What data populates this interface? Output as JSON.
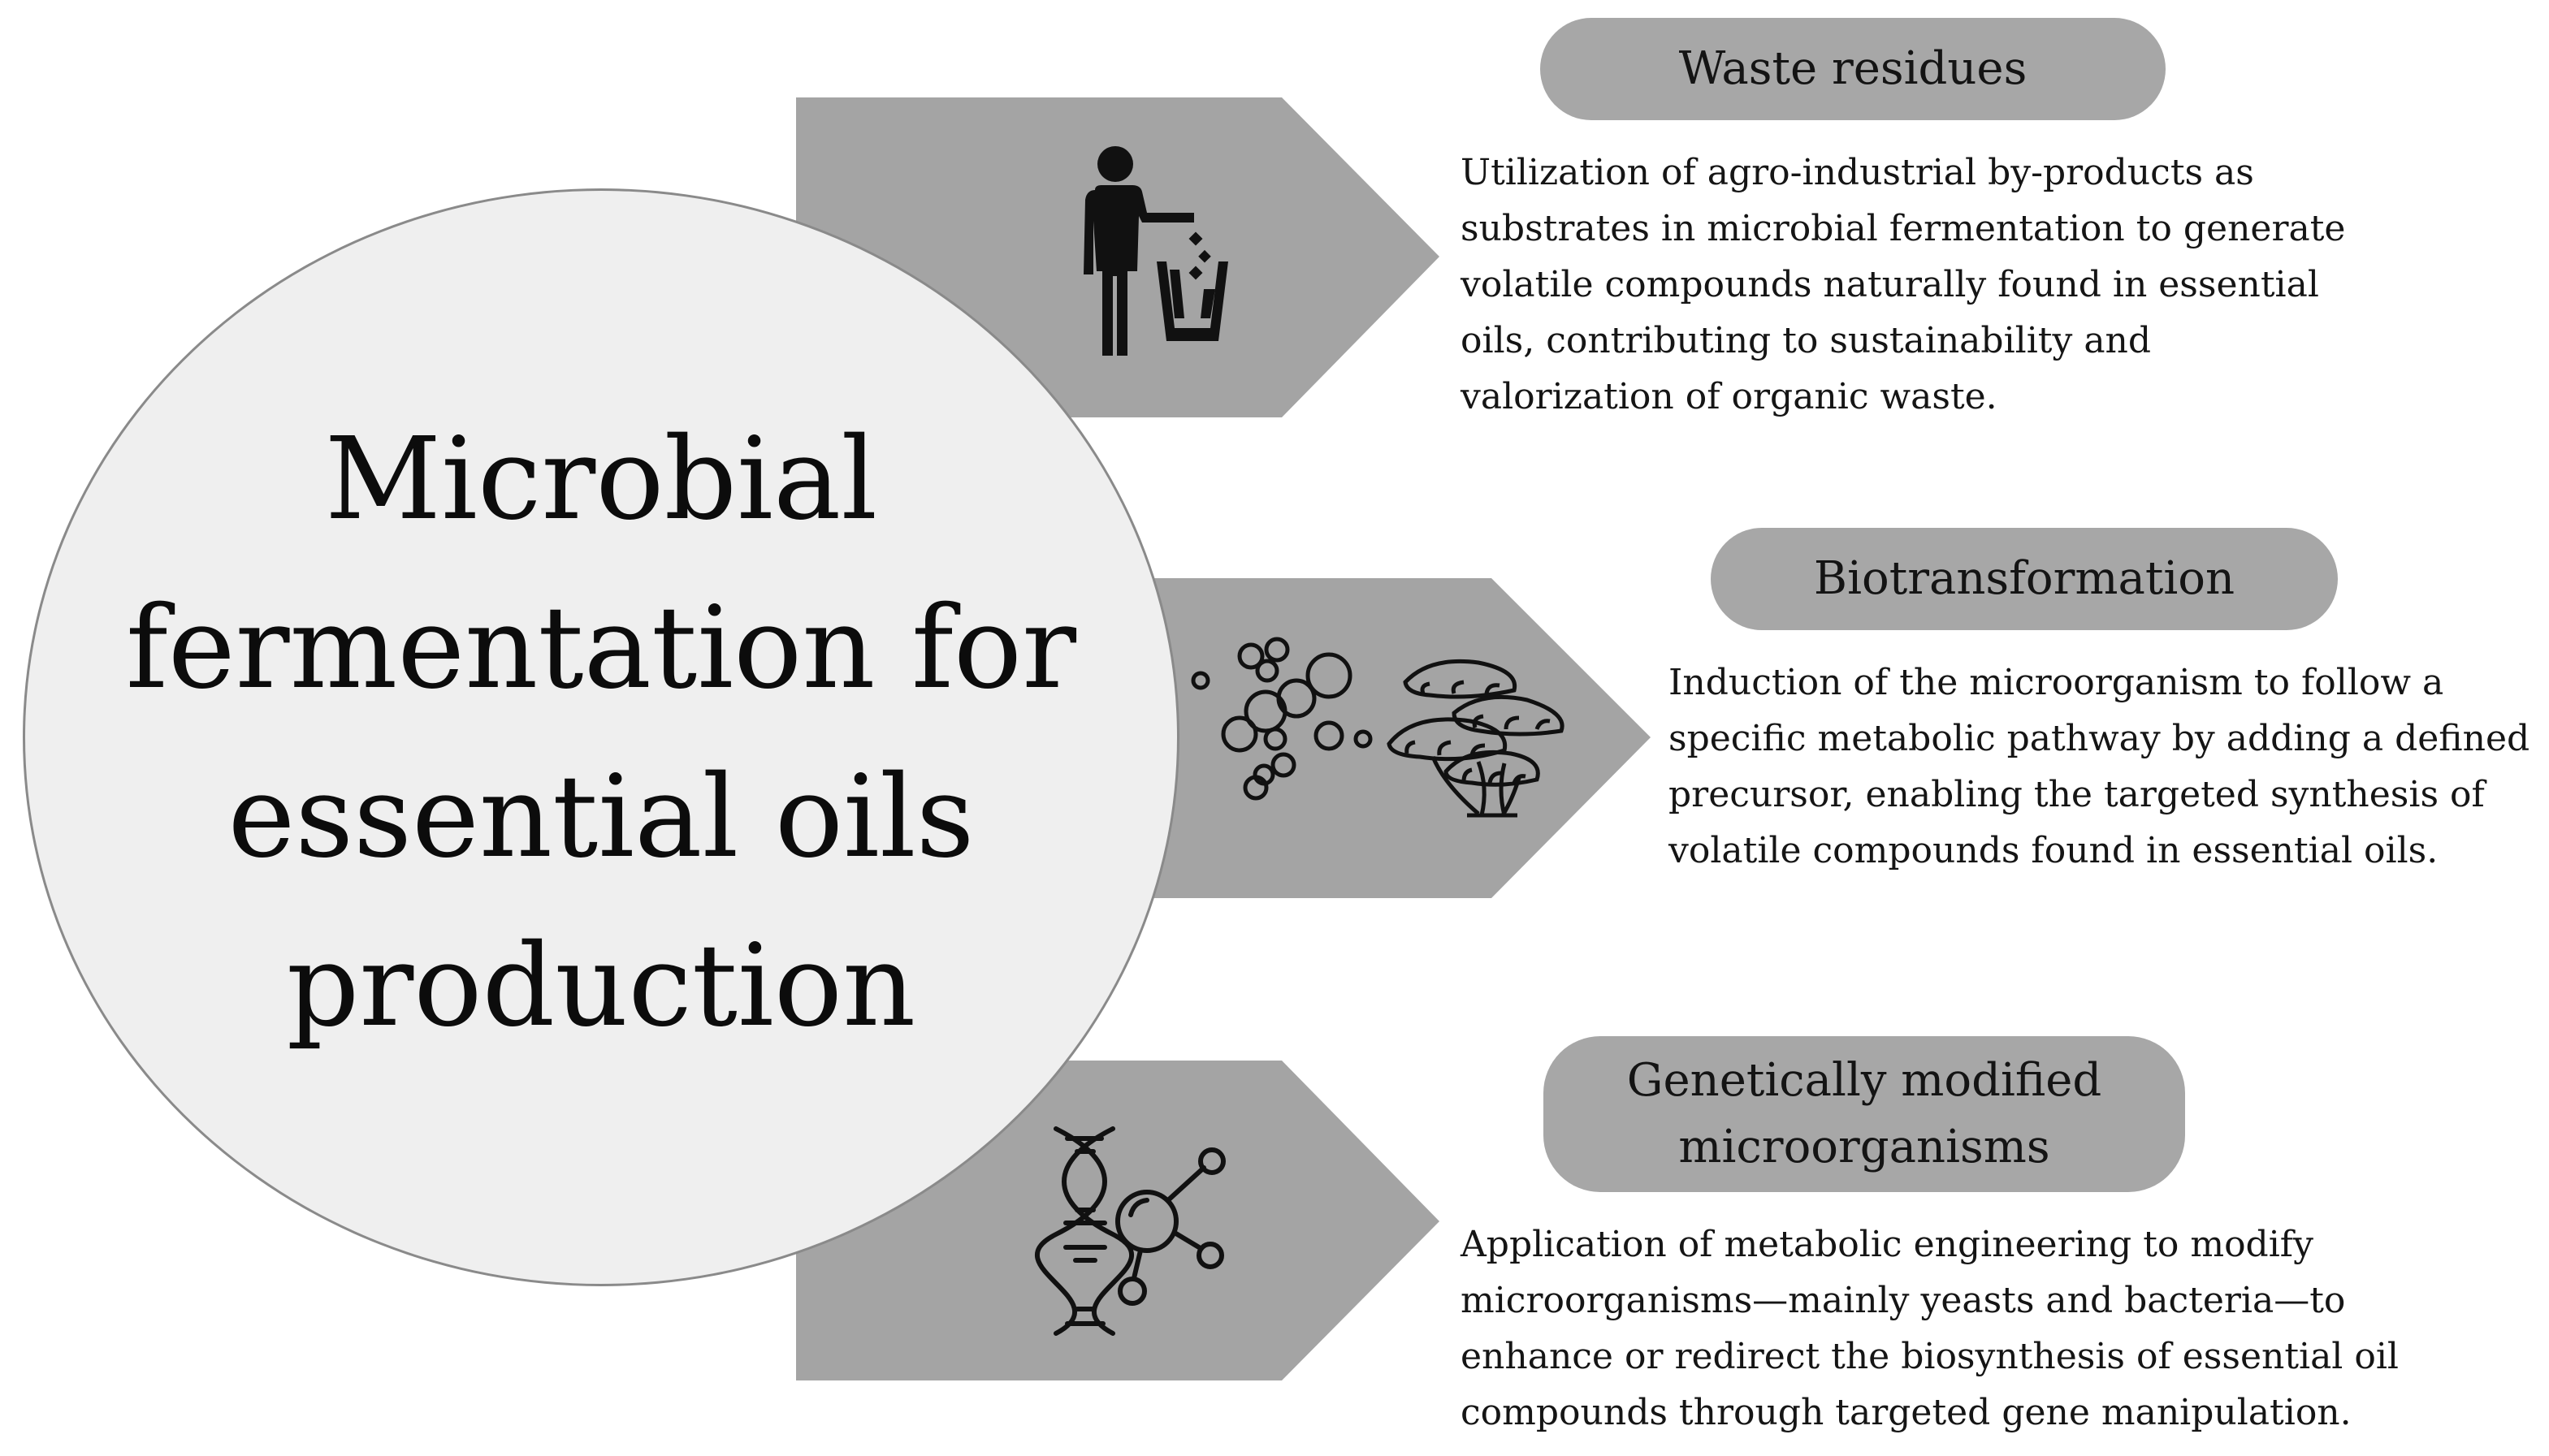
{
  "center": {
    "title_lines": [
      "Microbial",
      "fermentation for",
      "essential oils",
      "production"
    ]
  },
  "sections": [
    {
      "heading": "Waste residues",
      "icon": "person-trash-bin-icon",
      "description_lines": [
        "Utilization of agro-industrial by-products as",
        "substrates in microbial fermentation to generate",
        "volatile compounds naturally found in essential",
        "oils, contributing to sustainability and",
        "valorization of organic waste."
      ]
    },
    {
      "heading": "Biotransformation",
      "icon": "microbes-fungi-icon",
      "description_lines": [
        "Induction of the microorganism to follow a",
        "specific metabolic pathway by adding a defined",
        "precursor, enabling the targeted synthesis of",
        "volatile compounds found in essential oils."
      ]
    },
    {
      "heading_lines": [
        "Genetically modified",
        "microorganisms"
      ],
      "icon": "dna-molecule-icon",
      "description_lines": [
        "Application of metabolic engineering to modify",
        "microorganisms—mainly yeasts and bacteria—to",
        "enhance or redirect the biosynthesis of essential oil",
        "compounds through targeted gene manipulation."
      ]
    }
  ],
  "colors": {
    "arrow_fill": "#a4a4a4",
    "pill_fill": "#a7a7a7",
    "circle_fill": "#efefef",
    "circle_stroke": "#8a8a8a",
    "icon_stroke": "#111111"
  }
}
